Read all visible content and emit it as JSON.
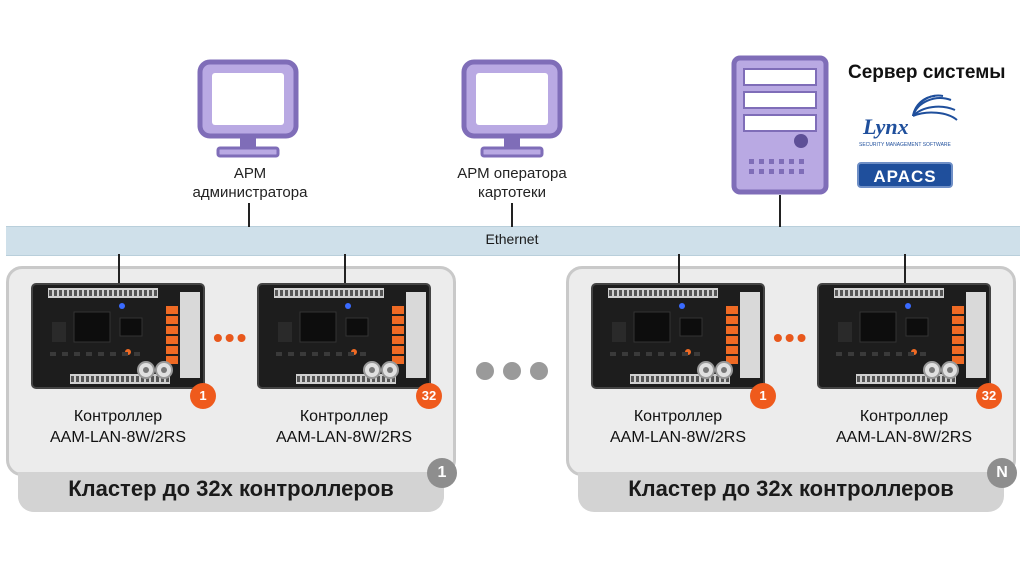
{
  "workstations": [
    {
      "label_line1": "АРМ",
      "label_line2": "администратора"
    },
    {
      "label_line1": "АРМ оператора",
      "label_line2": "картотеки"
    }
  ],
  "server": {
    "title": "Сервер системы",
    "logo_lynx": "Lynx",
    "logo_lynx_tagline": "SECURITY MANAGEMENT SOFTWARE",
    "logo_apacs": "APACS"
  },
  "network": {
    "label": "Ethernet"
  },
  "controller": {
    "label_line1": "Контроллер",
    "label_line2": "AAM-LAN-8W/2RS"
  },
  "clusters": [
    {
      "title": "Кластер до 32х контроллеров",
      "badge": "1",
      "boards": [
        {
          "badge": "1"
        },
        {
          "badge": "32"
        }
      ]
    },
    {
      "title": "Кластер до 32х контроллеров",
      "badge": "N",
      "boards": [
        {
          "badge": "1"
        },
        {
          "badge": "32"
        }
      ]
    }
  ],
  "colors": {
    "device": "#b9a9e3",
    "device_stroke": "#7f6db8",
    "ethernet": "#cfe0ea",
    "badge_orange": "#ef5a1c",
    "cluster_bg": "#ececec"
  }
}
